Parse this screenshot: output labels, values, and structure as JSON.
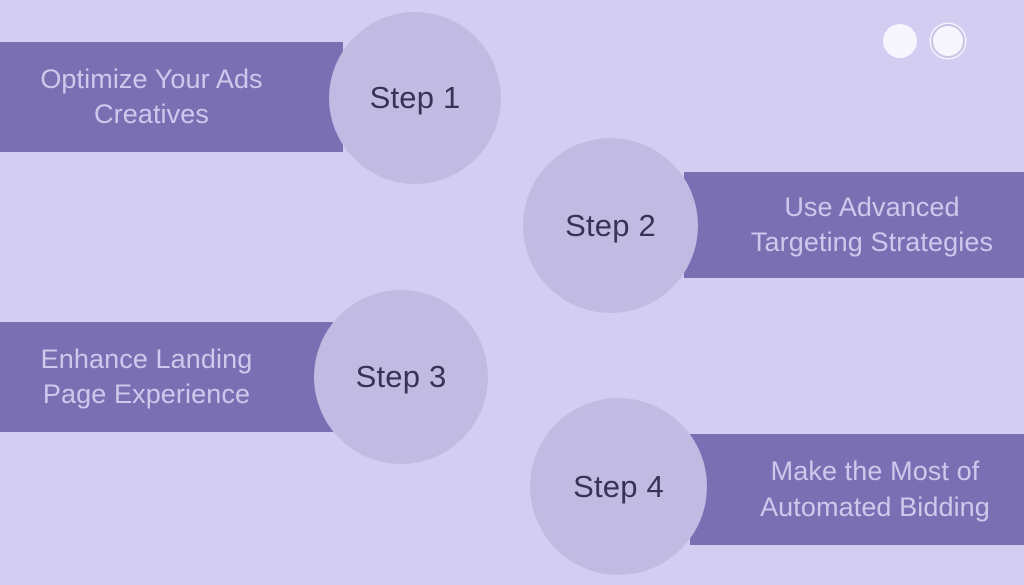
{
  "theme": {
    "background_color": "#d4cdf2",
    "bar_color": "#7b6fb4",
    "bar_text_color": "#cfc8ec",
    "circle_color": "#c1bae2",
    "circle_text_color": "#3a3156",
    "dot_color": "#f7f5fd",
    "dot_ring_color": "#c8c2e4"
  },
  "steps": [
    {
      "step_label": "Step 1",
      "title": "Optimize Your Ads\nCreatives",
      "side": "left"
    },
    {
      "step_label": "Step 2",
      "title": "Use Advanced\nTargeting Strategies",
      "side": "right"
    },
    {
      "step_label": "Step 3",
      "title": "Enhance Landing\nPage Experience",
      "side": "left"
    },
    {
      "step_label": "Step 4",
      "title": "Make the Most of\nAutomated Bidding",
      "side": "right"
    }
  ],
  "decorations": {
    "dot_filled": "circle-filled-icon",
    "dot_outlined": "circle-outline-icon"
  }
}
